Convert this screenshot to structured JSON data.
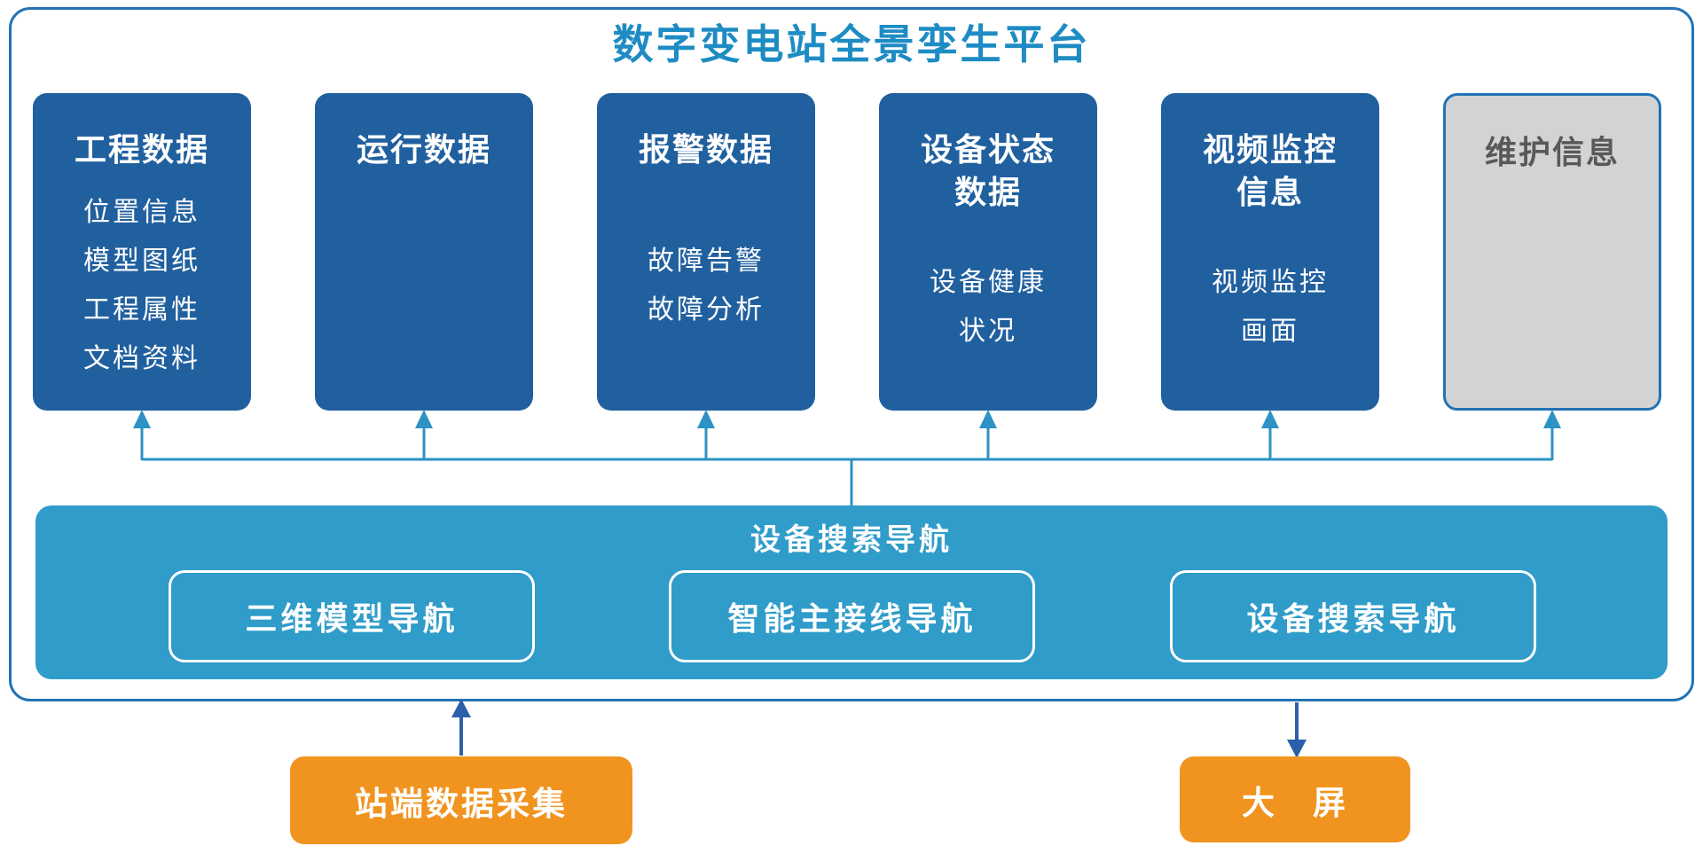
{
  "diagram": {
    "title": "数字变电站全景孪生平台",
    "cards": [
      {
        "title": "工程数据",
        "items": [
          "位置信息",
          "模型图纸",
          "工程属性",
          "文档资料"
        ],
        "variant": "blue"
      },
      {
        "title": "运行数据",
        "items": [],
        "variant": "blue"
      },
      {
        "title": "报警数据",
        "items": [
          "故障告警",
          "故障分析"
        ],
        "variant": "blue"
      },
      {
        "title": "设备状态\n数据",
        "items": [
          "设备健康\n状况"
        ],
        "variant": "blue"
      },
      {
        "title": "视频监控\n信息",
        "items": [
          "视频监控\n画面"
        ],
        "variant": "blue"
      },
      {
        "title": "维护信息",
        "items": [],
        "variant": "gray"
      }
    ],
    "nav_bar": {
      "title": "设备搜索导航",
      "buttons": [
        {
          "label": "三维模型导航"
        },
        {
          "label": "智能主接线导航"
        },
        {
          "label": "设备搜索导航"
        }
      ]
    },
    "external": {
      "source_label": "站端数据采集",
      "screen_label": "大　屏"
    },
    "colors": {
      "title_blue": "#1E8CC3",
      "card_blue": "#21609F",
      "nav_teal": "#2F9CC9",
      "connector_blue": "#2D92C5",
      "arrow_dark_blue": "#2B5FA9",
      "orange": "#F0941F",
      "gray_card_bg": "#D3D3D4",
      "gray_card_text": "#58595B",
      "border_blue": "#2273B5"
    }
  }
}
